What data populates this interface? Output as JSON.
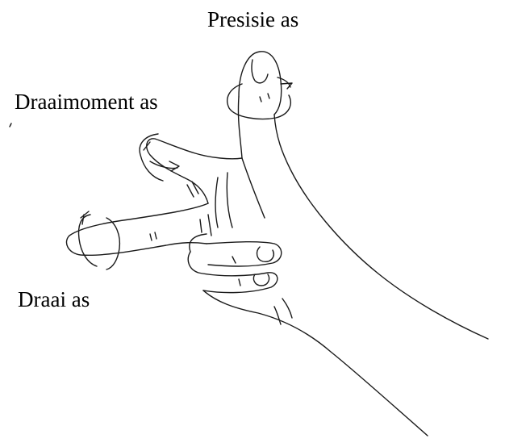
{
  "labels": {
    "precision_axis": "Presisie as",
    "torque_axis": "Draaimoment as",
    "spin_axis": "Draai as"
  },
  "colors": {
    "ink": "#1a1a1a",
    "background": "#ffffff"
  }
}
